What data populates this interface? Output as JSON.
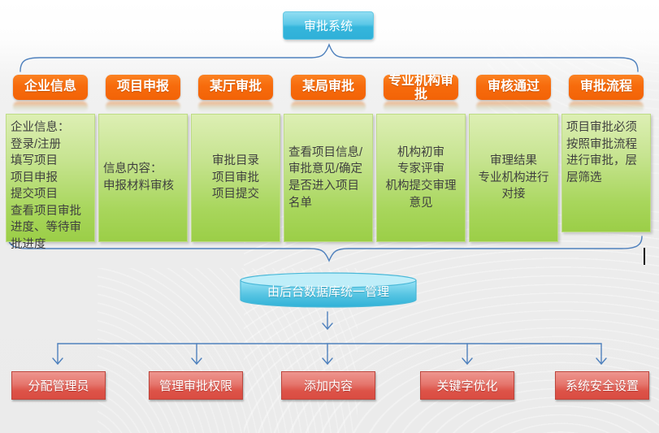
{
  "diagram": {
    "root_label": "审批系统",
    "columns": [
      {
        "header": "企业信息",
        "body": "企业信息：\n登录/注册\n填写项目\n项目申报\n提交项目\n查看项目审批进度、等待审批进度"
      },
      {
        "header": "项目申报",
        "body": "信息内容：\n申报材料审核"
      },
      {
        "header": "某厅审批",
        "body": "审批目录\n项目审批\n项目提交"
      },
      {
        "header": "某局审批",
        "body": "查看项目信息/审批意见/确定是否进入项目名单"
      },
      {
        "header": "专业机构审批",
        "body": "机构初审\n专家评审\n机构提交审理意见"
      },
      {
        "header": "审核通过",
        "body": "审理结果\n专业机构进行对接"
      },
      {
        "header": "审批流程",
        "body": "项目审批必须按照审批流程进行审批，层层筛选"
      }
    ],
    "database_label": "由后台数据库统一管理",
    "admin_items": [
      "分配管理员",
      "管理审批权限",
      "添加内容",
      "关键字优化",
      "系统安全设置"
    ]
  },
  "colors": {
    "connector_blue": "#4f81bd",
    "header_orange": "#f76b0c",
    "content_green_top": "#ddefb4",
    "content_green_bottom": "#9bce47",
    "root_cyan": "#35b6dc",
    "database_cyan_top": "#bfeef9",
    "database_cyan_bottom": "#2fb1d7",
    "admin_red_top": "#ee968f",
    "admin_red_bottom": "#d94c41"
  }
}
